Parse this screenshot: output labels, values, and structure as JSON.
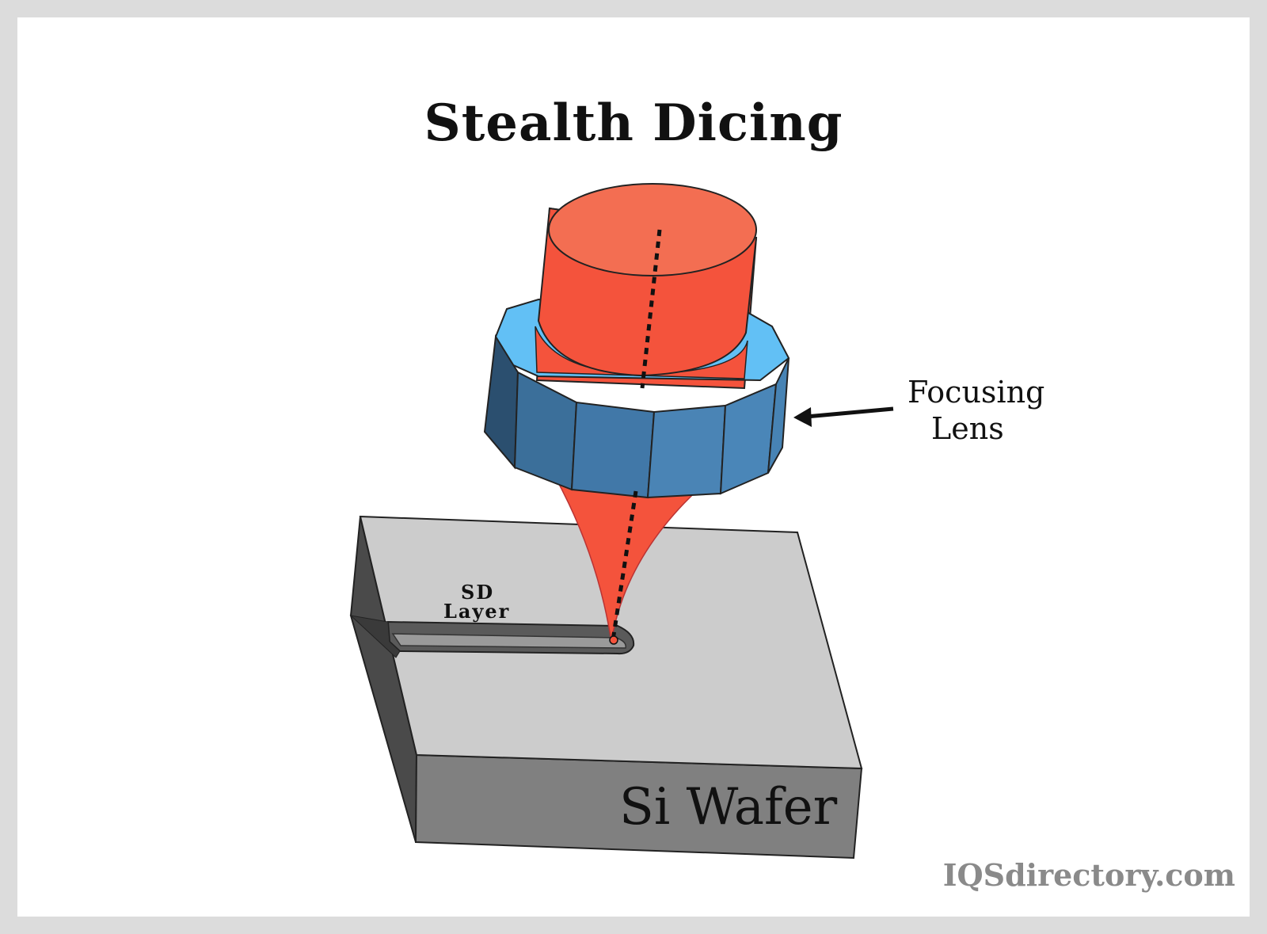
{
  "title": "Stealth Dicing",
  "labels": {
    "focusing_lens_line1": "Focusing",
    "focusing_lens_line2": "Lens",
    "sd_layer_line1": "SD",
    "sd_layer_line2": "Layer",
    "si_wafer": "Si Wafer"
  },
  "watermark": "IQSdirectory.com",
  "colors": {
    "laser": "#f4533c",
    "laser_top": "#f36e52",
    "lens_top": "#62c0f5",
    "lens_side": "#3f7cad",
    "wafer_top": "#cccccc",
    "wafer_front": "#808080",
    "wafer_side": "#4a4a4a",
    "frame": "#dcdcdc"
  },
  "icons": [
    "arrow-left-icon"
  ]
}
